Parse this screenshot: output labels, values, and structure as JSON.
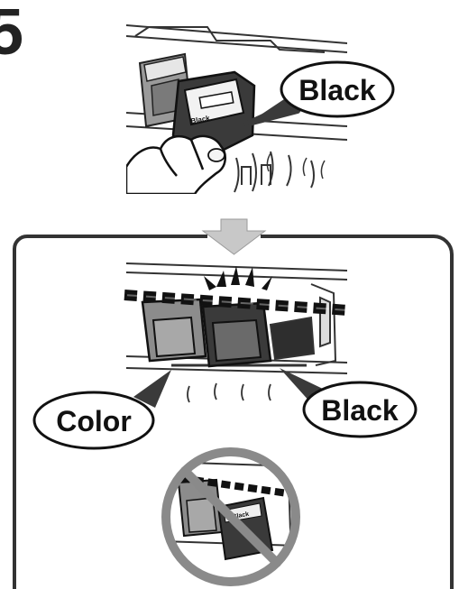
{
  "step_number": "5",
  "top_panel": {
    "callout_label": "Black",
    "cartridge_imprint": "Black"
  },
  "bottom_panel": {
    "callout_left_label": "Color",
    "callout_right_label": "Black",
    "prohibited_example": {
      "icon": "prohibited-icon",
      "cartridge_imprint": "Black"
    }
  },
  "colors": {
    "outline": "#222222",
    "arrow_gray": "#c8c8c8",
    "prohibit_gray": "#8a8a8a",
    "cartridge_dark": "#3a3a3a",
    "cartridge_mid": "#8c8c8c",
    "frame_stroke": "#333333"
  },
  "icons": {
    "down_arrow": "down-arrow-icon",
    "prohibited": "prohibited-icon"
  }
}
